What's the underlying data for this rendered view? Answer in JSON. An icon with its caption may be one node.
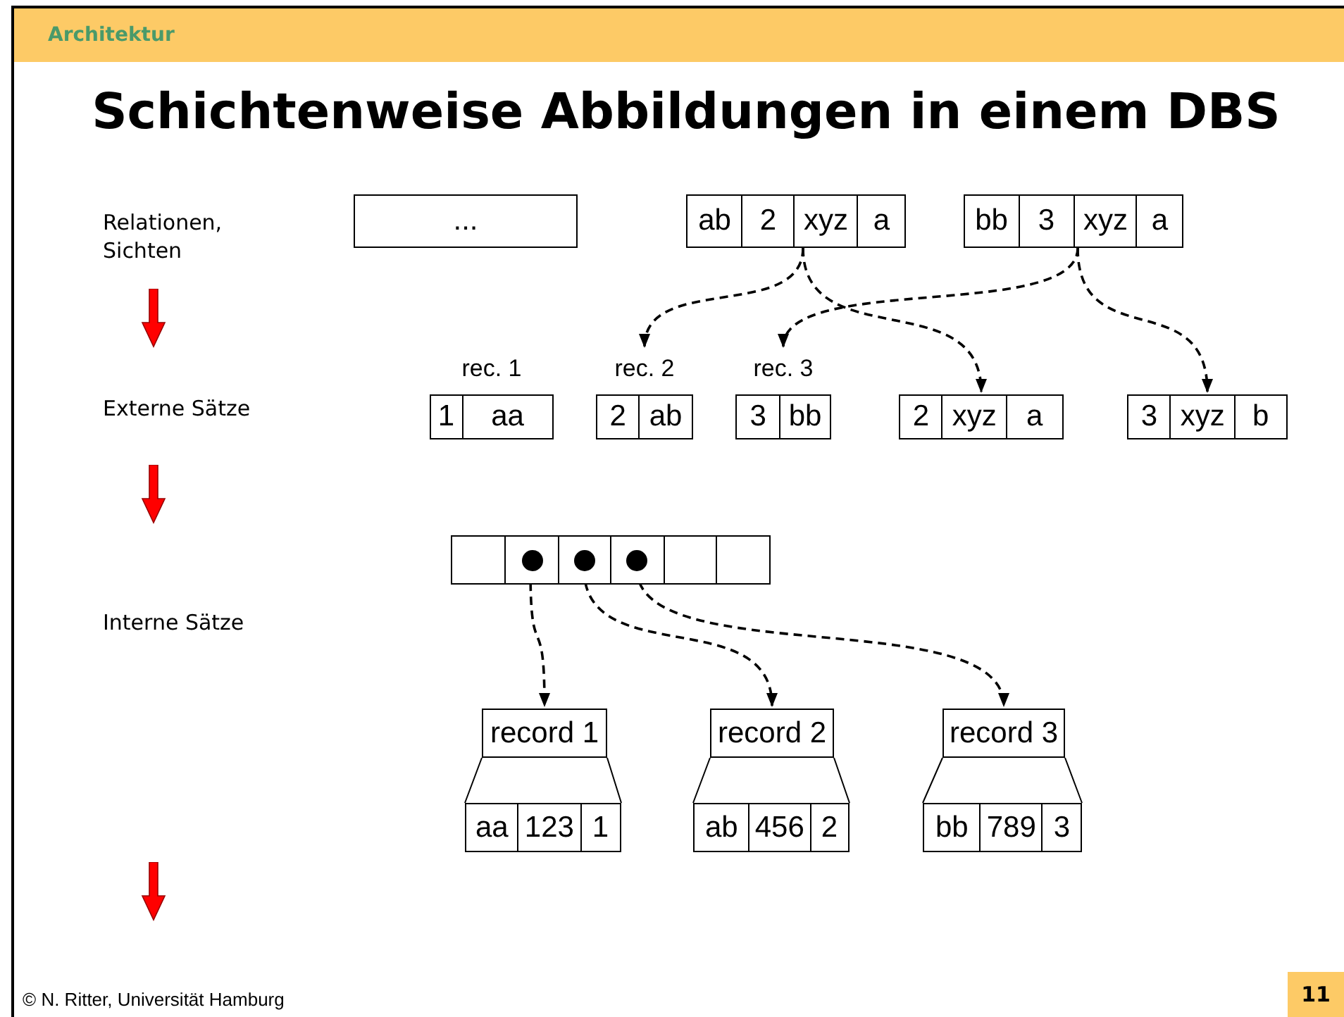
{
  "diagram": {
    "title": "Schichtenweise Abbildungen in einem DBS",
    "nodes": [
      {
        "text": [
          "..."
        ]
      },
      {
        "text": [
          "ab",
          "2",
          "xyz",
          "a"
        ]
      },
      {
        "text": [
          "bb",
          "3",
          "xyz",
          "a"
        ]
      },
      {
        "text": [
          "1",
          "aa"
        ],
        "beside": [
          "rec. 1"
        ]
      },
      {
        "text": [
          "2",
          "ab"
        ],
        "beside": [
          "rec. 2"
        ]
      },
      {
        "text": [
          "3",
          "bb"
        ],
        "beside": [
          "rec. 3"
        ]
      },
      {
        "text": [
          "2",
          "xyz",
          "a"
        ]
      },
      {
        "text": [
          "3",
          "xyz",
          "b"
        ]
      },
      {
        "text": [],
        "shape": "box"
      },
      {
        "text": [
          "record 1"
        ]
      },
      {
        "text": [
          "record 2"
        ]
      },
      {
        "text": [
          "record 3"
        ]
      },
      {
        "text": [
          "aa",
          "123",
          "1"
        ]
      },
      {
        "text": [
          "ab",
          "456",
          "2"
        ]
      },
      {
        "text": [
          "bb",
          "789",
          "3"
        ]
      }
    ],
    "edges": [
      {
        "from": 1,
        "to": 4,
        "arrow": "to",
        "style": "dashed"
      },
      {
        "from": 1,
        "to": 6,
        "arrow": "to",
        "style": "dashed"
      },
      {
        "from": 2,
        "to": 5,
        "arrow": "to",
        "style": "dashed"
      },
      {
        "from": 2,
        "to": 7,
        "arrow": "to",
        "style": "dashed"
      },
      {
        "from": 8,
        "to": 9,
        "arrow": "to",
        "style": "dashed"
      },
      {
        "from": 8,
        "to": 10,
        "arrow": "to",
        "style": "dashed"
      },
      {
        "from": 8,
        "to": 11,
        "arrow": "to",
        "style": "dashed"
      },
      {
        "from": 9,
        "to": 12,
        "arrow": "none"
      },
      {
        "from": 10,
        "to": 13,
        "arrow": "none"
      },
      {
        "from": 11,
        "to": 14,
        "arrow": "none"
      }
    ],
    "labels": [
      "Architektur",
      "Relationen, Sichten",
      "Externe Sätze",
      "Interne Sätze",
      "© N. Ritter, Universität Hamburg",
      "11"
    ]
  }
}
